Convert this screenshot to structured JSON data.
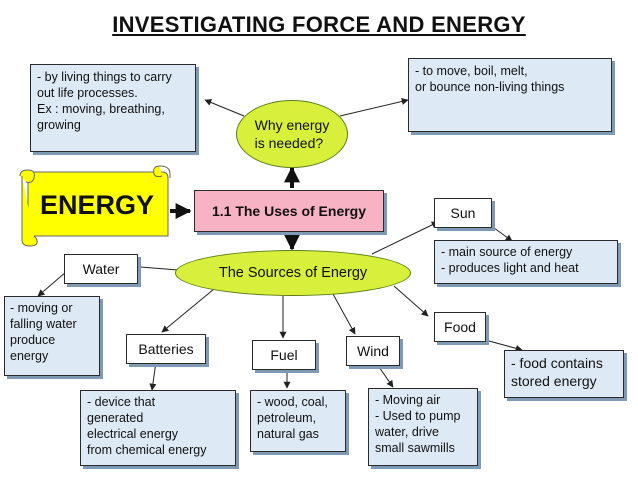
{
  "title": "INVESTIGATING FORCE AND ENERGY",
  "scroll": {
    "label": "ENERGY"
  },
  "center": {
    "label": "1.1 The Uses of Energy"
  },
  "why": {
    "question": "Why energy\nis needed?",
    "living": "- by living things to carry\n  out life processes.\n  Ex : moving, breathing,\n        growing",
    "nonliving": "- to move, boil, melt,\n   or bounce non-living things"
  },
  "sources": {
    "label": "The Sources of Energy",
    "items": {
      "water": {
        "name": "Water",
        "desc": "- moving or\n  falling water\n  produce\n  energy"
      },
      "batteries": {
        "name": "Batteries",
        "desc": "- device that\n  generated\n  electrical energy\n  from chemical energy"
      },
      "fuel": {
        "name": "Fuel",
        "desc": "- wood, coal,\n  petroleum,\n  natural gas"
      },
      "wind": {
        "name": "Wind",
        "desc": "- Moving air\n- Used to pump\n  water, drive\n  small sawmills"
      },
      "food": {
        "name": "Food",
        "desc": "- food contains\n  stored energy"
      },
      "sun": {
        "name": "Sun",
        "desc": "- main source of energy\n- produces light and heat"
      }
    }
  },
  "colors": {
    "oval": "#d8f03c",
    "center_box": "#f7b3c3",
    "note_box": "#dde9f5",
    "scroll": "#ffff00"
  }
}
